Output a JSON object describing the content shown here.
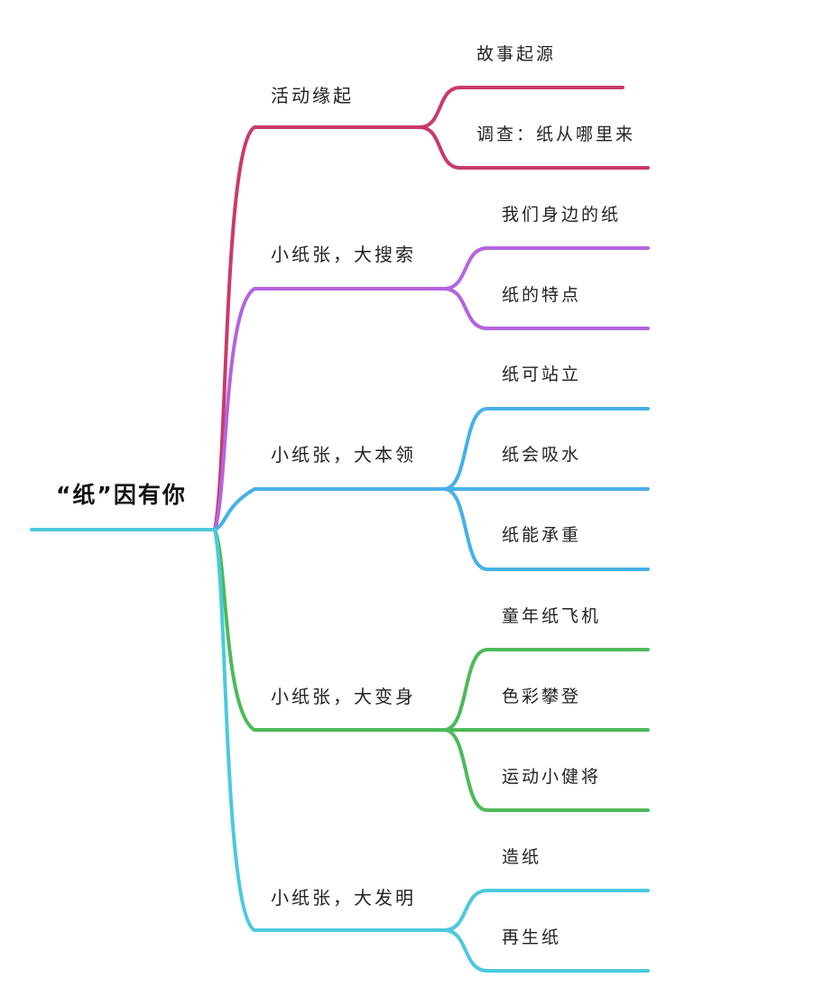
{
  "root": {
    "title": "“纸”因有你"
  },
  "branches": [
    {
      "label": "活动缘起",
      "color": "#c93a6b",
      "children": [
        "故事起源",
        "调查：纸从哪里来"
      ]
    },
    {
      "label": "小纸张，大搜索",
      "color": "#b464e0",
      "children": [
        "我们身边的纸",
        "纸的特点"
      ]
    },
    {
      "label": "小纸张，大本领",
      "color": "#47b0e8",
      "children": [
        "纸可站立",
        "纸会吸水",
        "纸能承重"
      ]
    },
    {
      "label": "小纸张，大变身",
      "color": "#4cba5a",
      "children": [
        "童年纸飞机",
        "色彩攀登",
        "运动小健将"
      ]
    },
    {
      "label": "小纸张，大发明",
      "color": "#4cc9dd",
      "children": [
        "造纸",
        "再生纸"
      ]
    }
  ],
  "root_color": "#4cc9dd"
}
